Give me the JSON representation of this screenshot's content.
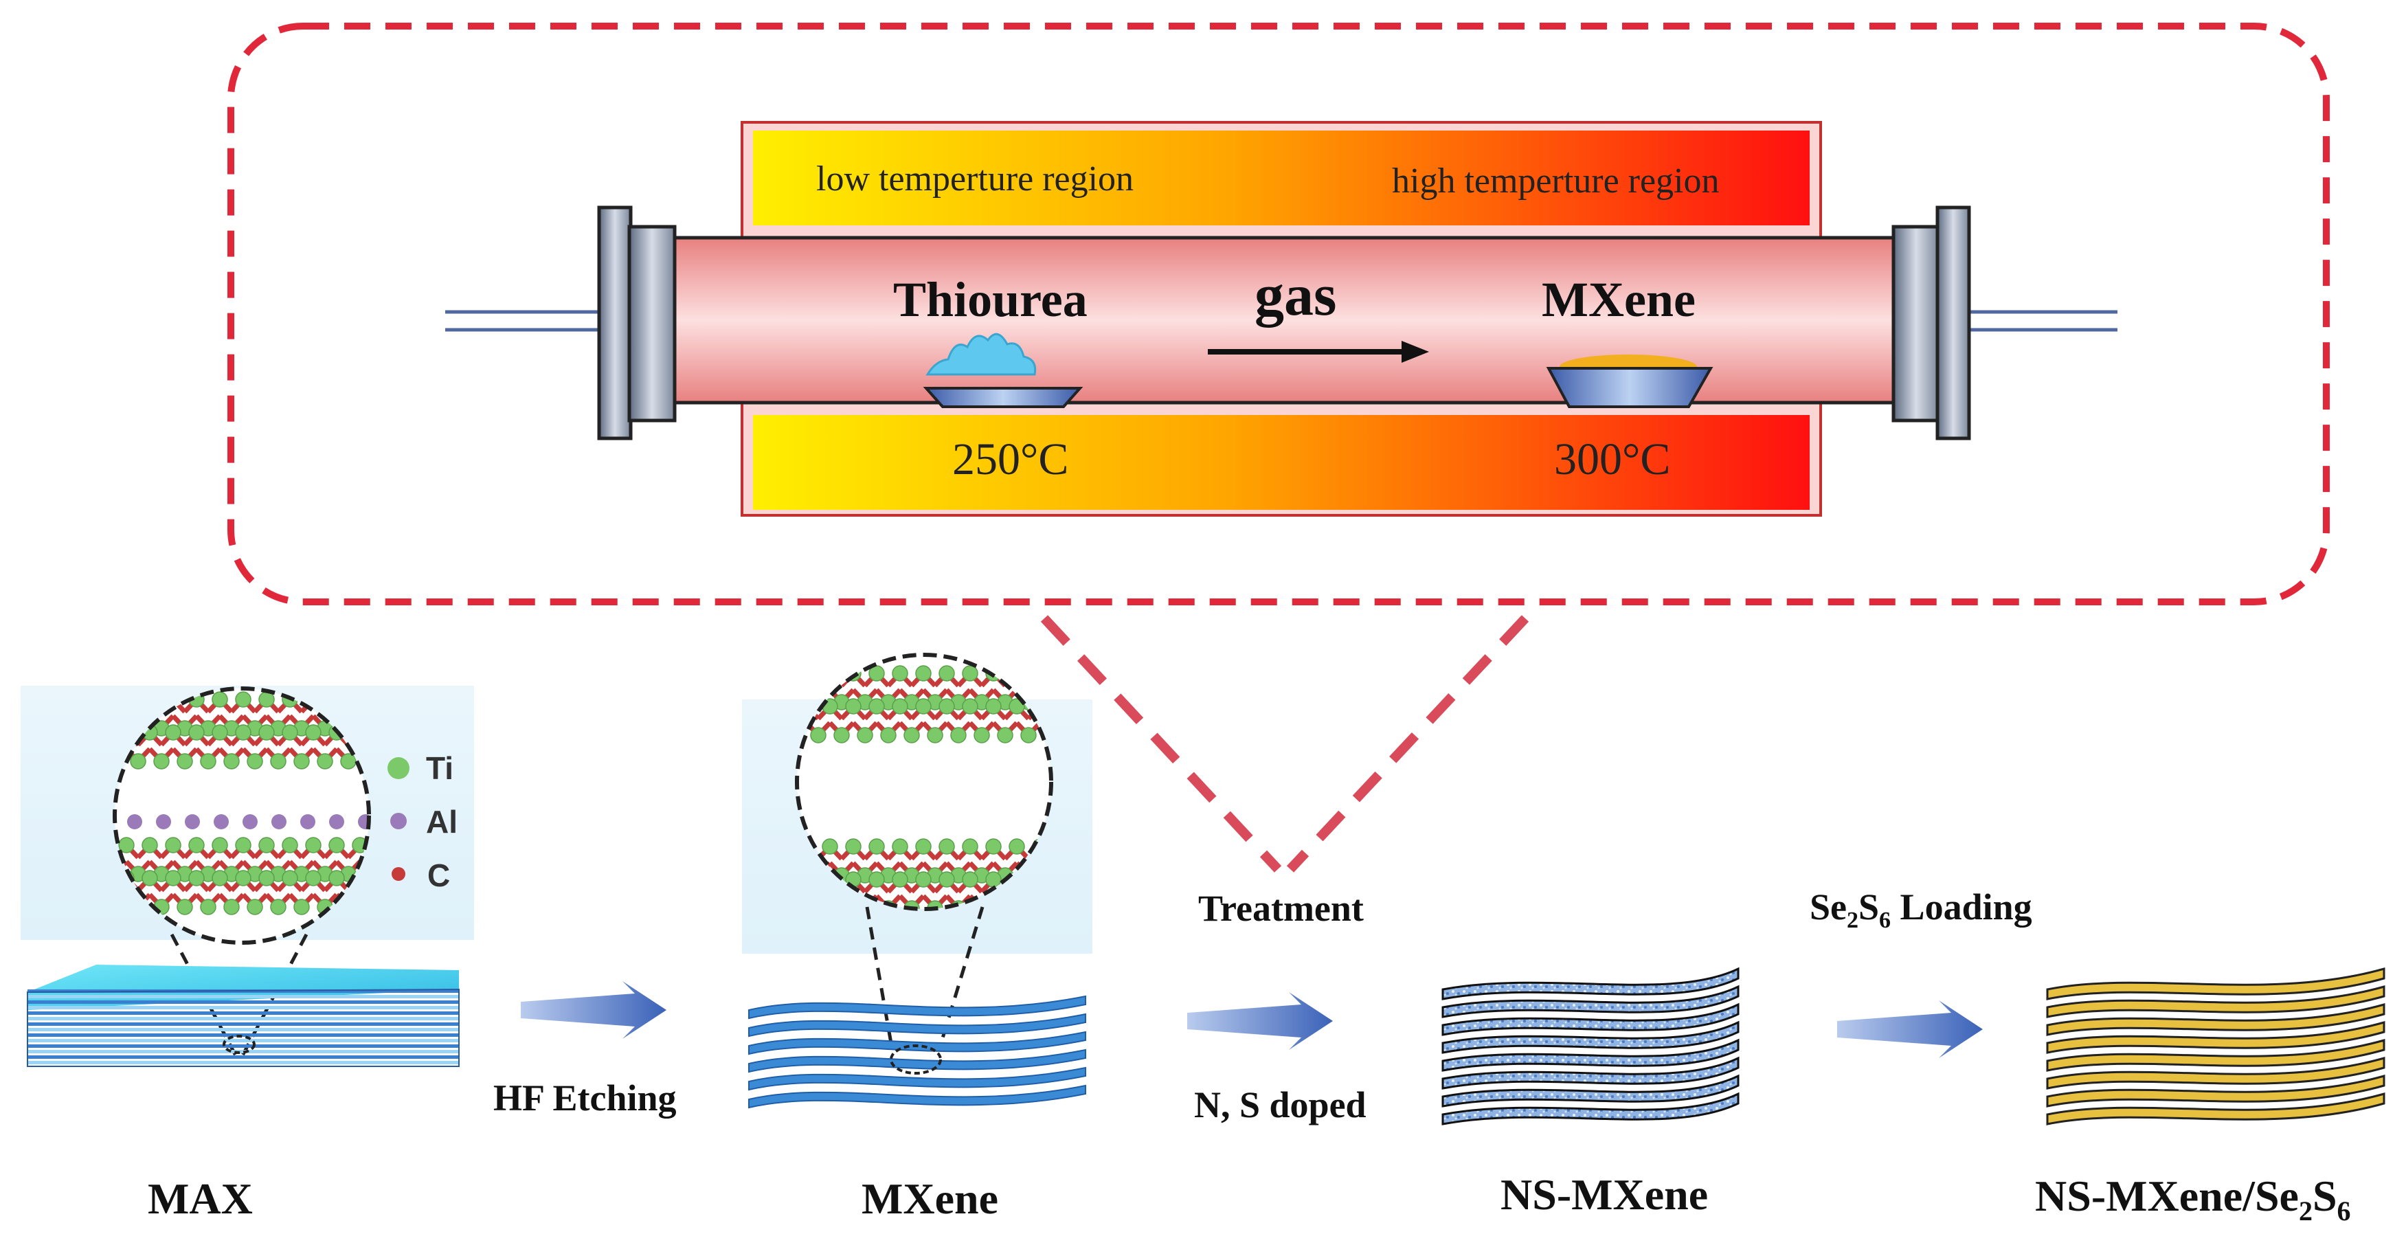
{
  "furnace": {
    "low_region": "low temperture region",
    "high_region": "high temperture region",
    "precursor": "Thiourea",
    "gas": "gas",
    "target": "MXene",
    "low_temp": "250°C",
    "high_temp": "300°C"
  },
  "legend": {
    "ti": "Ti",
    "al": "Al",
    "c": "C",
    "ti_color": "#7cc96a",
    "al_color": "#9a7ab8",
    "c_color": "#c73a3a"
  },
  "steps": {
    "max": "MAX",
    "mxene": "MXene",
    "ns_mxene": "NS-MXene",
    "final_prefix": "NS-MXene/Se",
    "final_sub1": "2",
    "final_mid": "S",
    "final_sub2": "6"
  },
  "arrows": {
    "hf_etching": "HF Etching",
    "treatment": "Treatment",
    "ns_doped": "N, S doped",
    "loading_se": "Se",
    "loading_sub1": "2",
    "loading_s": "S",
    "loading_sub2": "6",
    "loading_rest": " Loading"
  },
  "colors": {
    "dashed_border": "#e0283a",
    "hot_red": "#ff0000",
    "warm_yellow": "#ffee00",
    "tube_pink": "#f4a0a0",
    "arrow_blue": "#5a7fc8",
    "layer_blue": "#3a7fd0",
    "gold": "#e8c040"
  }
}
